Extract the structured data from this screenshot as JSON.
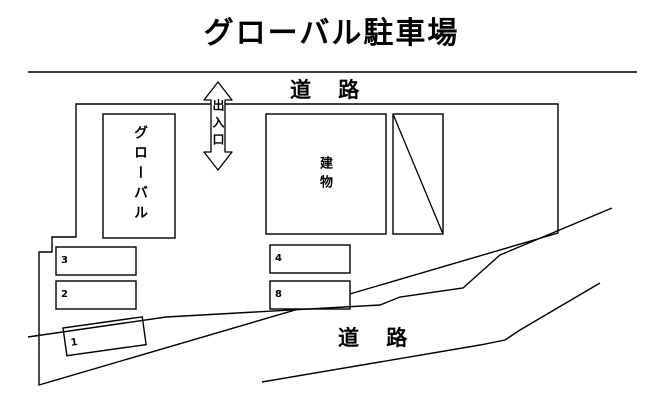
{
  "title": "グローバル駐車場",
  "labels": {
    "road_top": "道 路",
    "road_bottom": "道 路",
    "exit_entrance": "出入口",
    "global_building": "グローバル",
    "main_building": "建物"
  },
  "parking_slots": [
    {
      "id": "slot-3",
      "number": "3"
    },
    {
      "id": "slot-2",
      "number": "2"
    },
    {
      "id": "slot-1",
      "number": "1"
    },
    {
      "id": "slot-4",
      "number": "4"
    },
    {
      "id": "slot-8",
      "number": "8"
    }
  ],
  "colors": {
    "stroke": "#000000",
    "background": "#ffffff",
    "text": "#000000"
  },
  "shapes": {
    "lot_outline": "Irregular parking lot boundary",
    "top_road_line": "Horizontal road edge across top",
    "bottom_road_lines": "Two diagonal road edges at bottom right",
    "entrance_arrow": "Vertical double-headed arrow at lot entrance",
    "diagonal_building": "Tall rectangle with diagonal line, right of main building"
  }
}
